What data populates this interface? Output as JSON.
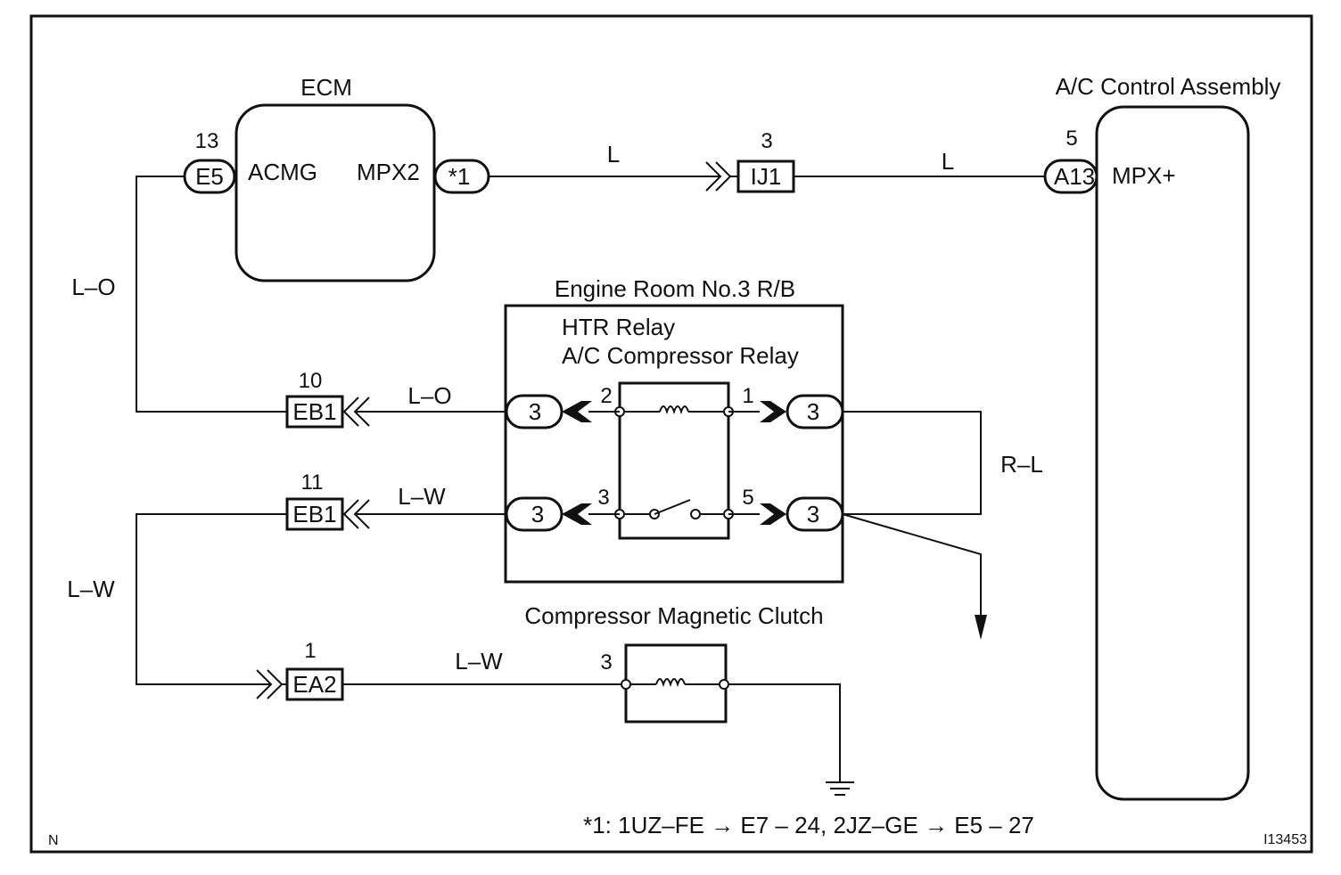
{
  "components": {
    "ecm": {
      "title": "ECM",
      "left_terminal": "ACMG",
      "right_terminal": "MPX2"
    },
    "ac_control": {
      "title": "A/C Control Assembly",
      "terminal": "MPX+"
    },
    "relay_block": {
      "title": "Engine Room No.3 R/B",
      "relay_line1": "HTR Relay",
      "relay_line2": "A/C Compressor Relay"
    },
    "clutch": {
      "title": "Compressor Magnetic Clutch"
    }
  },
  "connectors": {
    "e5": {
      "id": "E5",
      "pin": "13"
    },
    "star1": {
      "id": "*1"
    },
    "ij1": {
      "id": "IJ1",
      "pin": "3"
    },
    "a13": {
      "id": "A13",
      "pin": "5"
    },
    "eb1_top": {
      "id": "EB1",
      "pin": "10"
    },
    "eb1_bottom": {
      "id": "EB1",
      "pin": "11"
    },
    "ea2": {
      "id": "EA2",
      "pin": "1"
    },
    "rb_pill": "3",
    "clutch_pin": "3"
  },
  "relay_pins": {
    "p1": "1",
    "p2": "2",
    "p3": "3",
    "p5": "5"
  },
  "wires": {
    "l_left": "L",
    "l_right": "L",
    "lo_vertical": "L–O",
    "lo_horizontal": "L–O",
    "lw_horizontal": "L–W",
    "lw_vertical": "L–W",
    "lw_bottom": "L–W",
    "rl": "R–L"
  },
  "footnote": "*1: 1UZ–FE → E7 – 24, 2JZ–GE → E5 – 27",
  "corner_left": "N",
  "corner_right": "I13453"
}
